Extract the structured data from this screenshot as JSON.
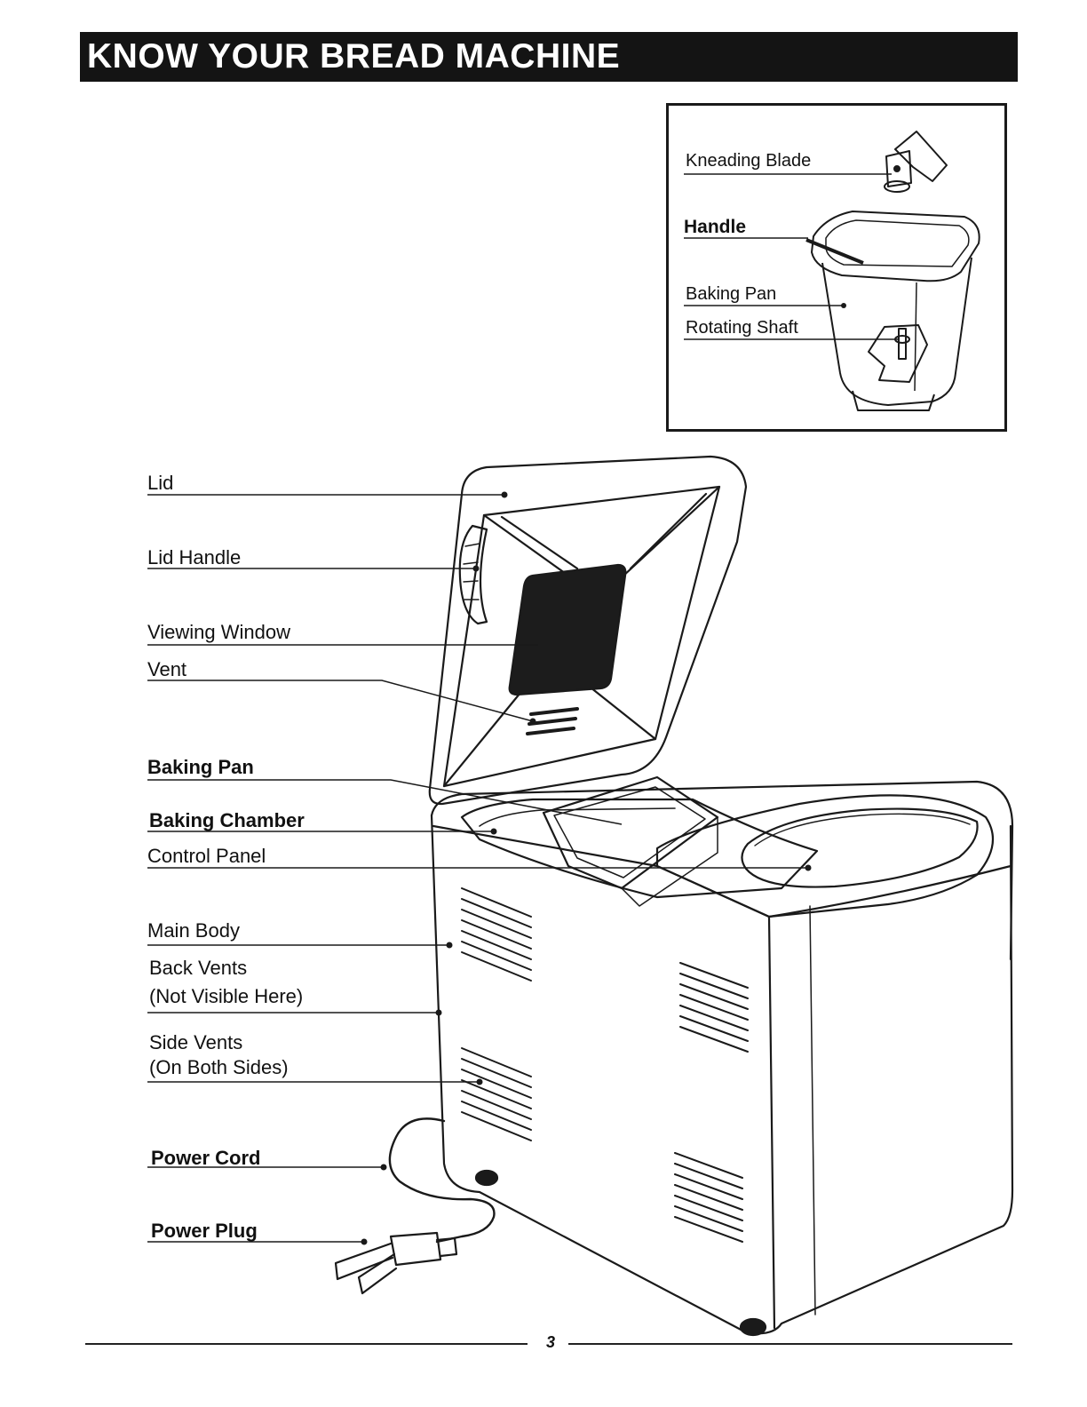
{
  "header": {
    "title": "KNOW YOUR BREAD MACHINE",
    "bg_color": "#141414",
    "text_color": "#ffffff"
  },
  "inset": {
    "labels": {
      "kneading_blade": "Kneading Blade",
      "handle": "Handle",
      "baking_pan": "Baking Pan",
      "rotating_shaft": "Rotating Shaft"
    }
  },
  "callouts": {
    "lid": "Lid",
    "lid_handle": "Lid Handle",
    "viewing_window": "Viewing Window",
    "vent": "Vent",
    "baking_pan": "Baking Pan",
    "baking_chamber": "Baking Chamber",
    "control_panel": "Control Panel",
    "main_body": "Main Body",
    "back_vents_1": "Back Vents",
    "back_vents_2": "(Not Visible Here)",
    "side_vents_1": "Side Vents",
    "side_vents_2": "(On Both Sides)",
    "power_cord": "Power Cord",
    "power_plug": "Power Plug"
  },
  "footer": {
    "page_number": "3"
  }
}
